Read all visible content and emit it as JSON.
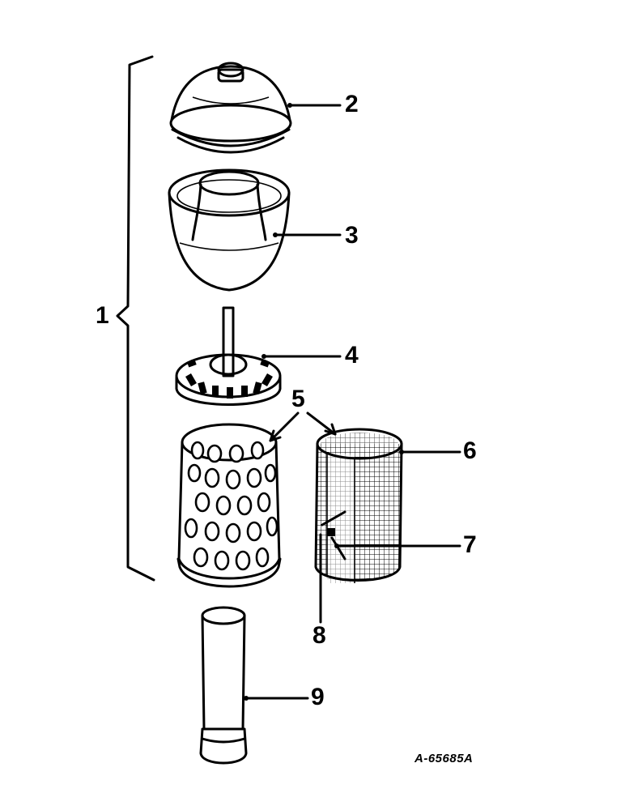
{
  "callouts": {
    "c1": "1",
    "c2": "2",
    "c3": "3",
    "c4": "4",
    "c5": "5",
    "c6": "6",
    "c7": "7",
    "c8": "8",
    "c9": "9"
  },
  "reference_code": "A-65685A",
  "colors": {
    "ink": "#000000",
    "paper": "#ffffff"
  }
}
